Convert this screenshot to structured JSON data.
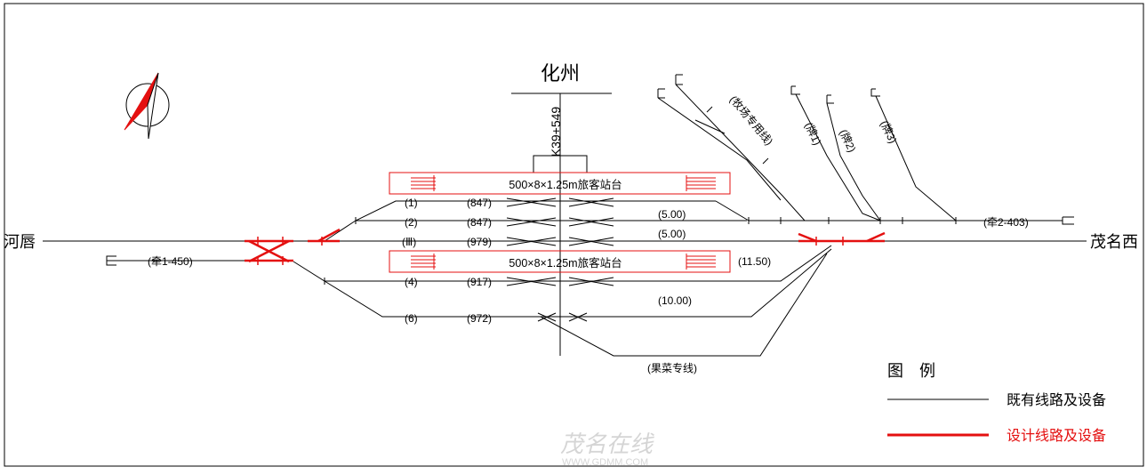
{
  "station": {
    "name": "化州",
    "mileage": "K39+549"
  },
  "platforms": {
    "upper": "500×8×1.25m旅客站台",
    "lower": "500×8×1.25m旅客站台"
  },
  "ends": {
    "left": "河唇",
    "right": "茂名西"
  },
  "tracks": [
    {
      "id": "(1)",
      "length": "(847)"
    },
    {
      "id": "(2)",
      "length": "(847)"
    },
    {
      "id": "(Ⅲ)",
      "length": "(979)"
    },
    {
      "id": "(4)",
      "length": "(917)"
    },
    {
      "id": "(6)",
      "length": "(972)"
    }
  ],
  "lengths": {
    "a": "(5.00)",
    "b": "(5.00)",
    "c": "(11.50)",
    "d": "(10.00)"
  },
  "lines": {
    "depot": "(牧场专用线)",
    "pai1": "(牌1)",
    "pai2": "(牌2)",
    "pai3": "(牌3)",
    "qian2": "(牵2-403)",
    "qian1": "(牵1-450)",
    "fruit": "(果菜专线)"
  },
  "legend": {
    "title": "图　例",
    "existing": "既有线路及设备",
    "design": "设计线路及设备"
  },
  "watermark": {
    "brand": "茂名在线",
    "url": "WWW.GDMM.COM"
  },
  "colors": {
    "existing": "#000000",
    "design": "#e41010"
  }
}
